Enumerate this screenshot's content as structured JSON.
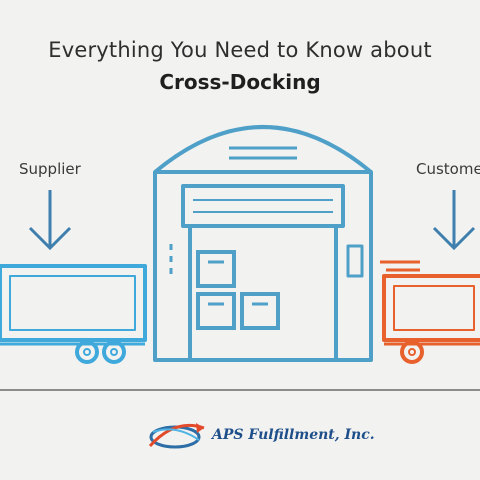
{
  "title": {
    "line1": "Everything You Need to Know about",
    "line2": "Cross-Docking"
  },
  "labels": {
    "supplier": "Supplier",
    "customer": "Customer"
  },
  "brand": {
    "name": "APS Fulfillment, Inc.",
    "logo_icon": "globe-arrow-logo-icon"
  },
  "colors": {
    "supplier_truck": "#3fa9dc",
    "warehouse": "#4fa0c8",
    "customer_truck": "#e8602c",
    "arrows": "#3f7fae",
    "brand_text": "#1e4f8a"
  },
  "icons": [
    "down-arrow-icon",
    "box-truck-icon",
    "warehouse-icon",
    "box-icon",
    "delivery-van-icon"
  ]
}
